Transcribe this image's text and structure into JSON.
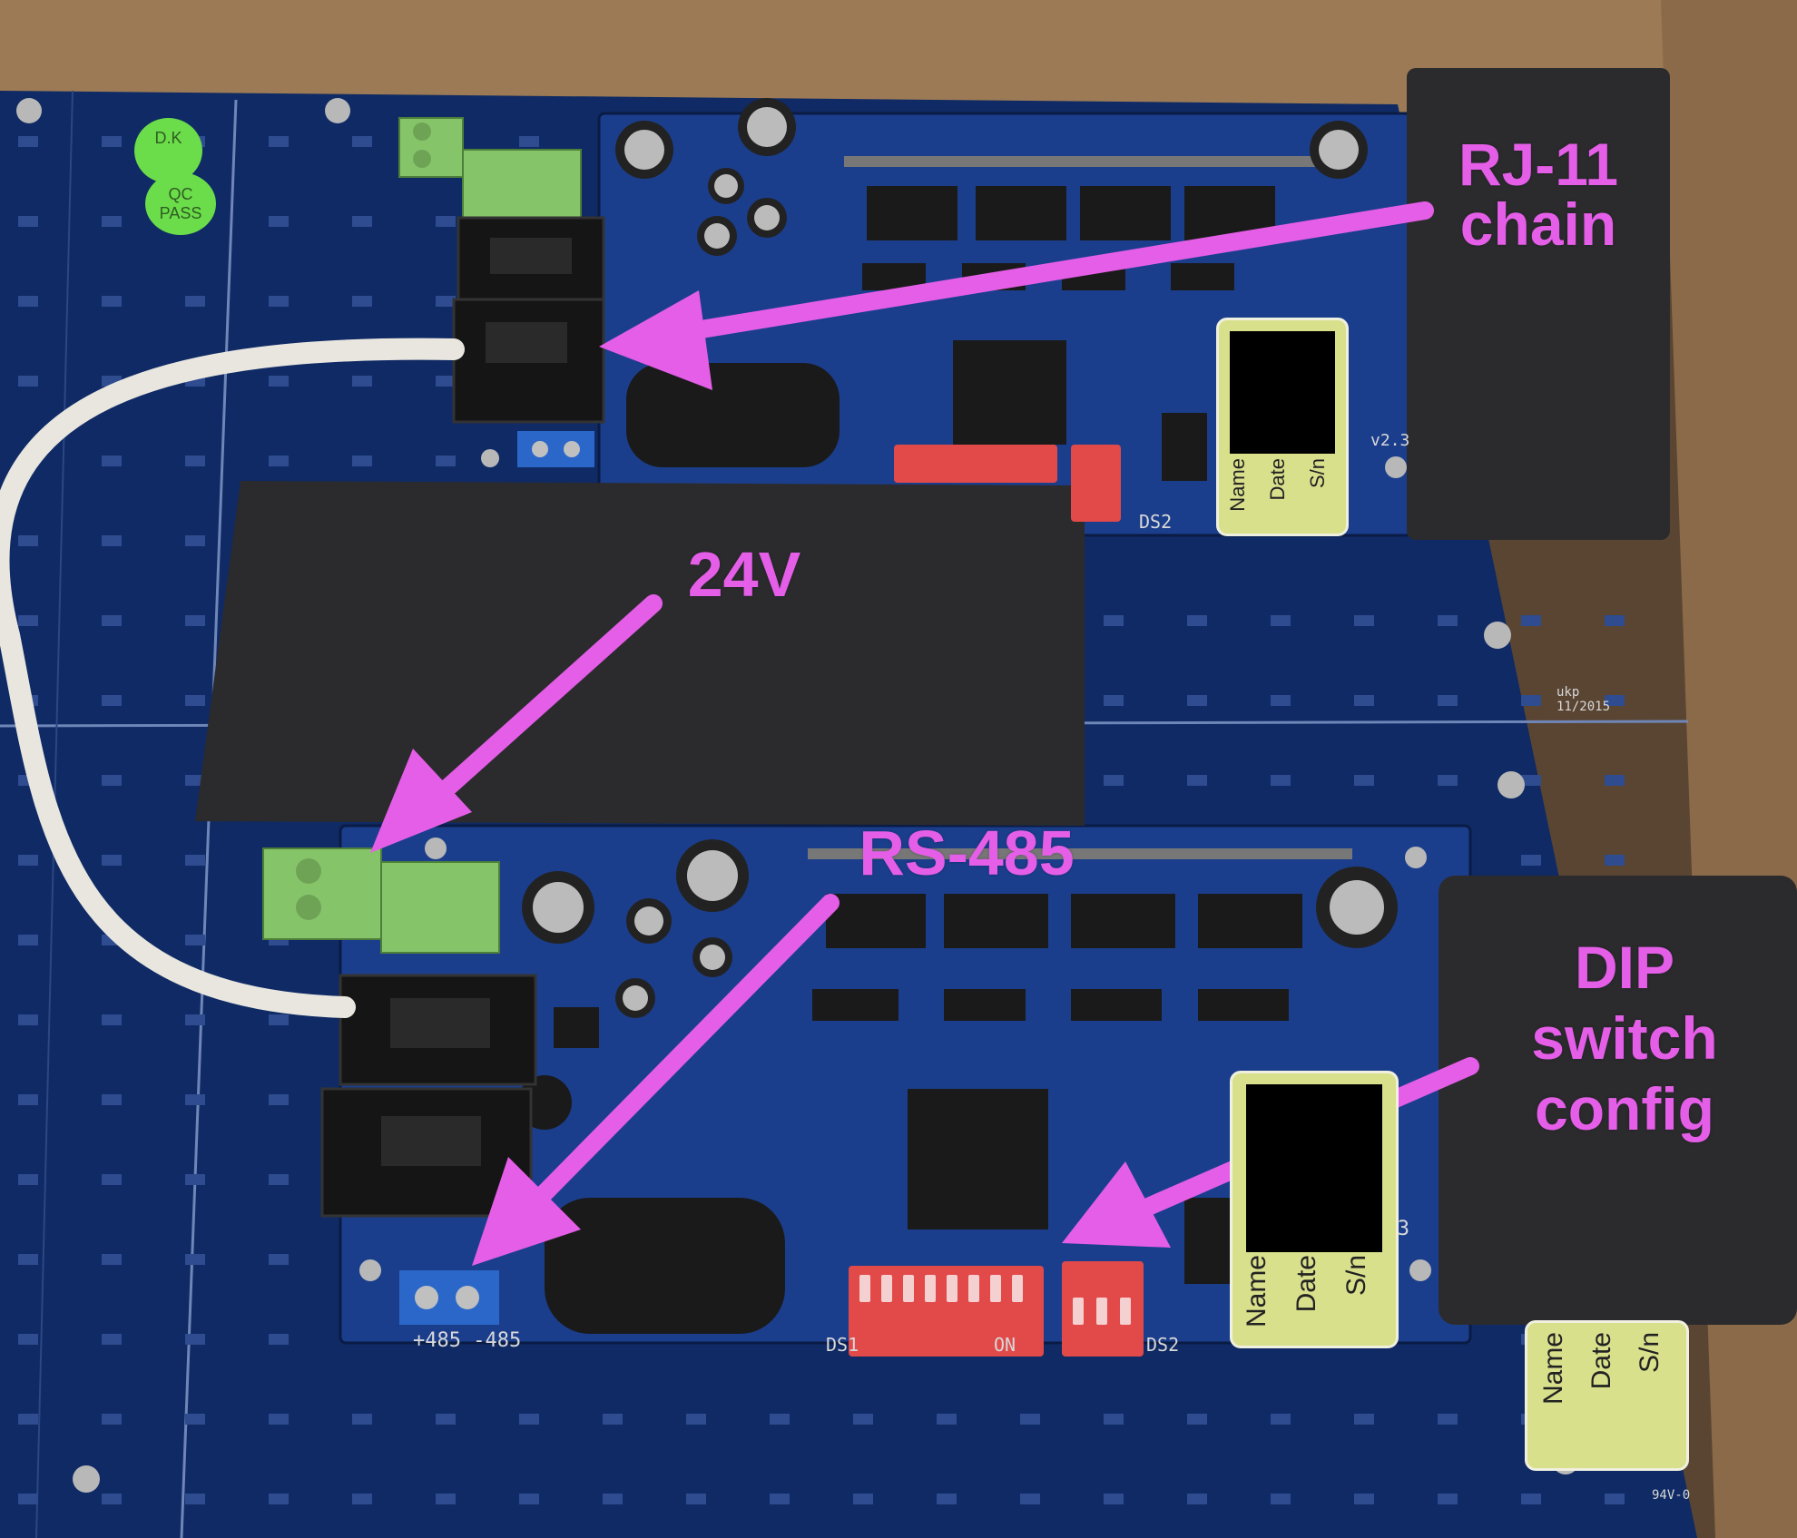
{
  "photo": {
    "subject": "",
    "colors": {
      "pcb_panel": "#102a63",
      "controller_board": "#1a3f8f",
      "foam": "#2b2b2e",
      "connector_green": "#86c46a",
      "annotation_magenta": "#e55ee8",
      "sticker": "#d9e08c",
      "cardboard": "#8a6a48",
      "cable": "#e8e6df"
    }
  },
  "annotations": [
    {
      "id": "rj11",
      "lines": [
        "RJ-11",
        "chain"
      ]
    },
    {
      "id": "v24",
      "lines": [
        "24V"
      ]
    },
    {
      "id": "rs485",
      "lines": [
        "RS-485"
      ]
    },
    {
      "id": "dip",
      "lines": [
        "DIP",
        "switch",
        "config"
      ]
    }
  ],
  "board_text": {
    "qc_sticker_top": "D.K",
    "qc_sticker_bottom": "QC PASS",
    "terminal_label": "+485 -485",
    "version": "v2.3",
    "date_mark": "ukp 11/2015",
    "fr_mark": "94V-0",
    "ds1": "DS1",
    "ds2": "DS2",
    "dip_on": "ON",
    "sticker_name": "Name",
    "sticker_date": "Date",
    "sticker_sn": "S/n"
  }
}
